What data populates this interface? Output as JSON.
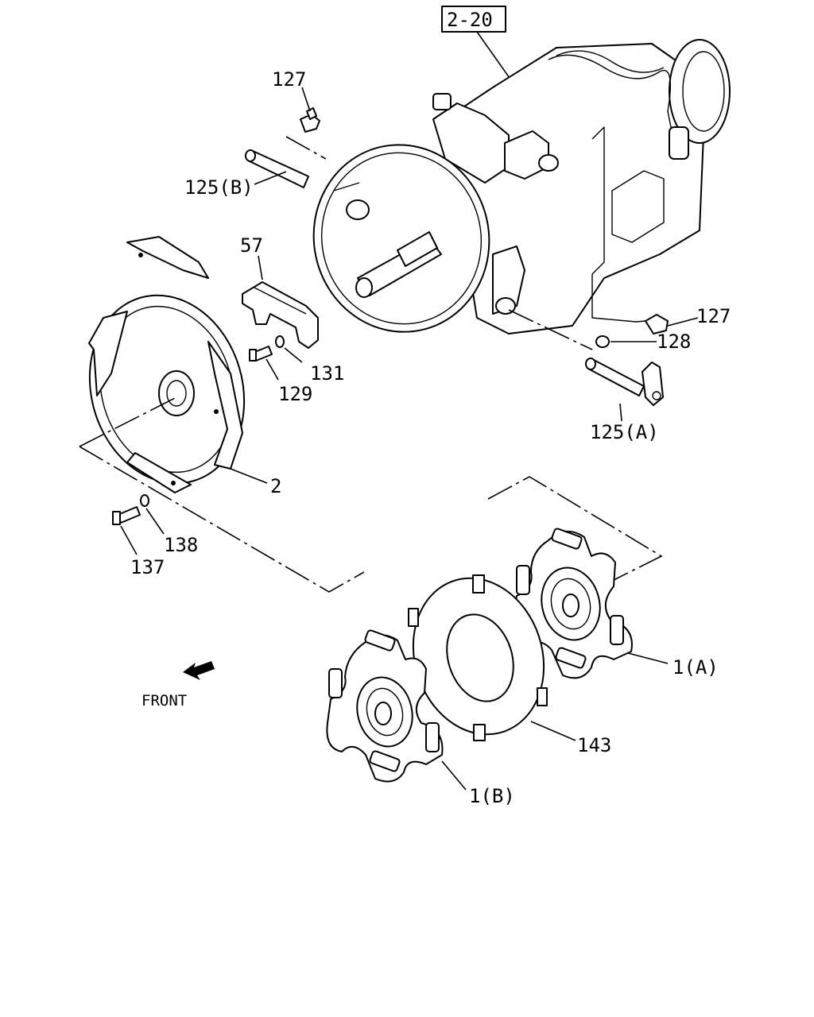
{
  "reference_box": "2-20",
  "front_label": "FRONT",
  "part_labels": {
    "p127_top": "127",
    "p125B": "125(B)",
    "p57": "57",
    "p127_right": "127",
    "p128": "128",
    "p131": "131",
    "p129": "129",
    "p125A": "125(A)",
    "p2": "2",
    "p138": "138",
    "p137": "137",
    "p1A": "1(A)",
    "p143": "143",
    "p1B": "1(B)"
  }
}
